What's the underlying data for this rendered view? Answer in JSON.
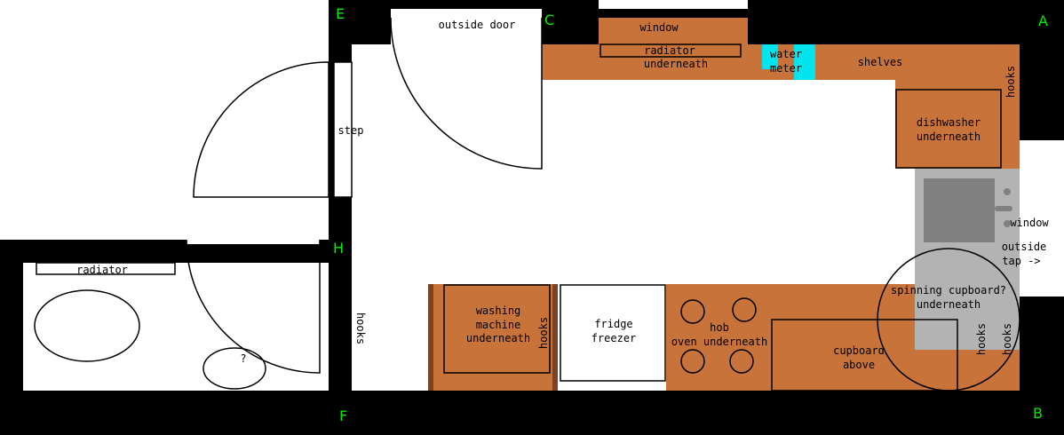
{
  "plan": {
    "corners": {
      "a": "A",
      "b": "B",
      "c": "C",
      "e": "E",
      "f": "F",
      "h": "H"
    },
    "labels": {
      "outside_door": "outside door",
      "window_top": "window",
      "radiator_l1": "radiator",
      "radiator_l2": "underneath",
      "water_meter_l1": "water",
      "water_meter_l2": "meter",
      "shelves": "shelves",
      "hooks_right": "hooks",
      "dishwasher_l1": "dishwasher",
      "dishwasher_l2": "underneath",
      "window_right": "window",
      "outside_tap_l1": "outside",
      "outside_tap_l2": "tap ->",
      "step": "step",
      "radiator_left": "radiator",
      "unknown_wall": "?",
      "unknown_toilet": "?",
      "hooks_left": "hooks",
      "washing_l1": "washing",
      "washing_l2": "machine",
      "washing_l3": "underneath",
      "hooks_mid": "hooks",
      "fridge_l1": "fridge",
      "fridge_l2": "freezer",
      "hob_l1": "hob",
      "hob_l2": "oven underneath",
      "cupboard_l1": "cupboard",
      "cupboard_l2": "above",
      "spinning_l1": "spinning cupboard?",
      "spinning_l2": "underneath",
      "hooks_bottom_1": "hooks",
      "hooks_bottom_2": "hooks"
    },
    "colors": {
      "wall": "#000000",
      "counter": "#c8733a",
      "counter_edge": "#7a4422",
      "water_meter": "#00e5ee",
      "sink": "#b3b3b3",
      "sink_basin": "#808080",
      "corner_label": "#00ee00"
    }
  }
}
